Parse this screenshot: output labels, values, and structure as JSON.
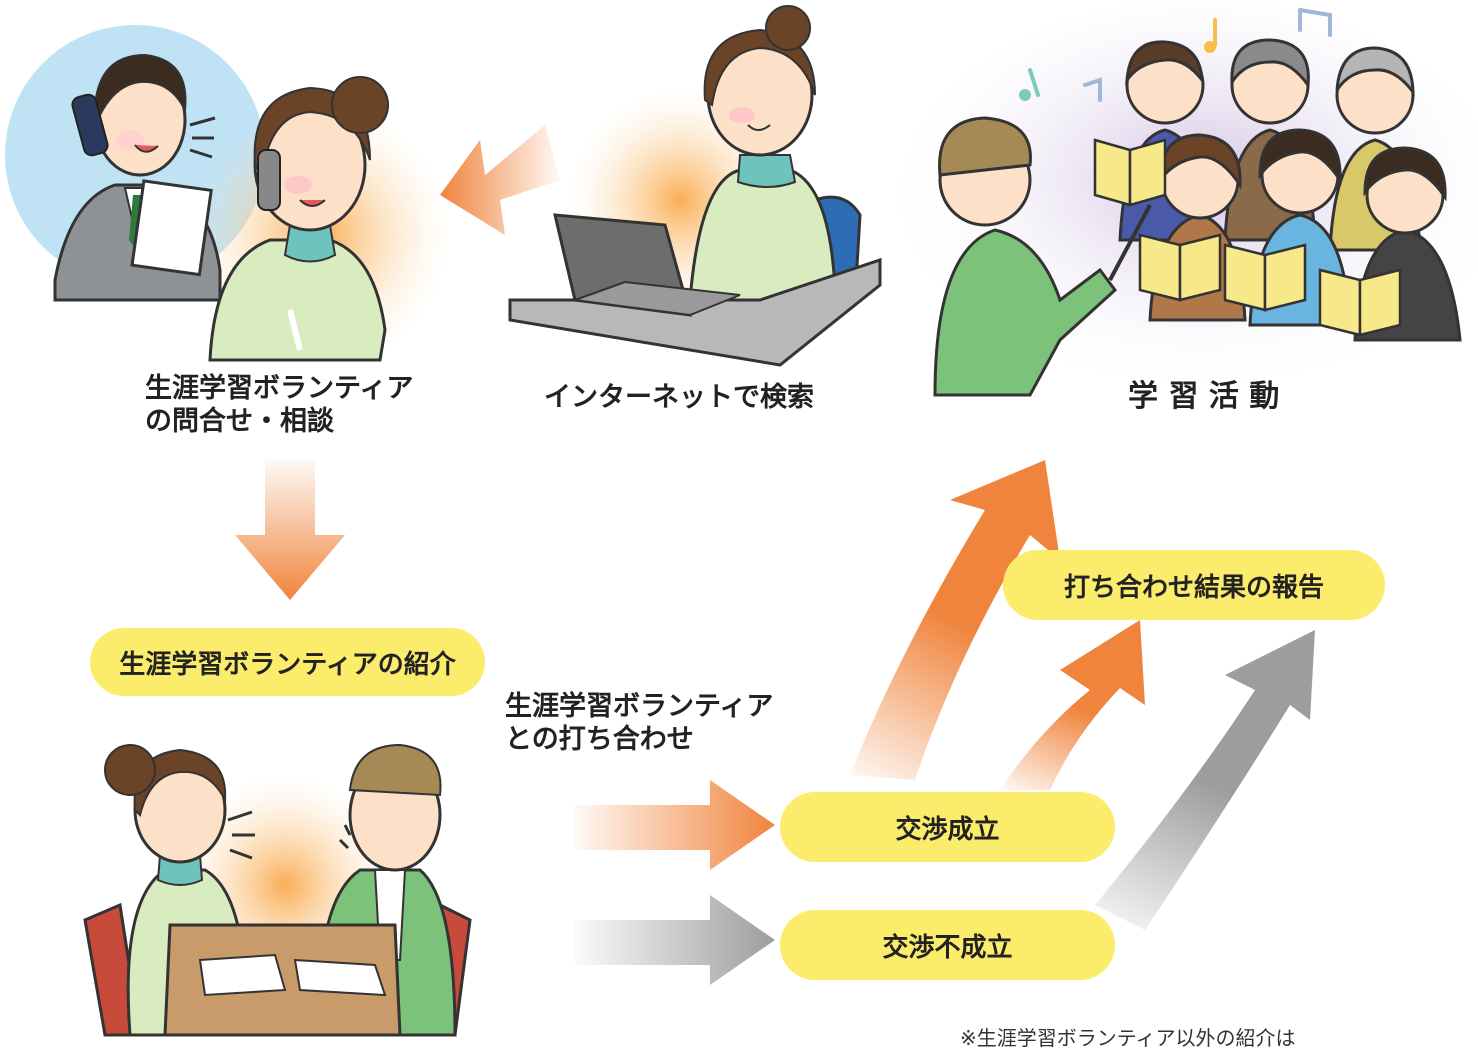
{
  "captions": {
    "inquiry": [
      "生涯学習ボランティア",
      "の問合せ・相談"
    ],
    "search": "インターネットで検索",
    "activity": "学 習 活 動",
    "meeting": [
      "生涯学習ボランティア",
      "との打ち合わせ"
    ]
  },
  "pills": {
    "introduction": "生涯学習ボランティアの紹介",
    "report": "打ち合わせ結果の報告",
    "success": "交渉成立",
    "failure": "交渉不成立"
  },
  "footnote": "※生涯学習ボランティア以外の紹介は",
  "colors": {
    "orange_arrow": "#f0843c",
    "gray_arrow": "#9d9d9f",
    "pill_yellow": "#fbec6b",
    "glow": "#f9a94a",
    "sky": "#bfe3f5"
  },
  "icons": [
    "phone-consult-illustration",
    "computer-search-illustration",
    "choir-activity-illustration",
    "meeting-illustration"
  ]
}
